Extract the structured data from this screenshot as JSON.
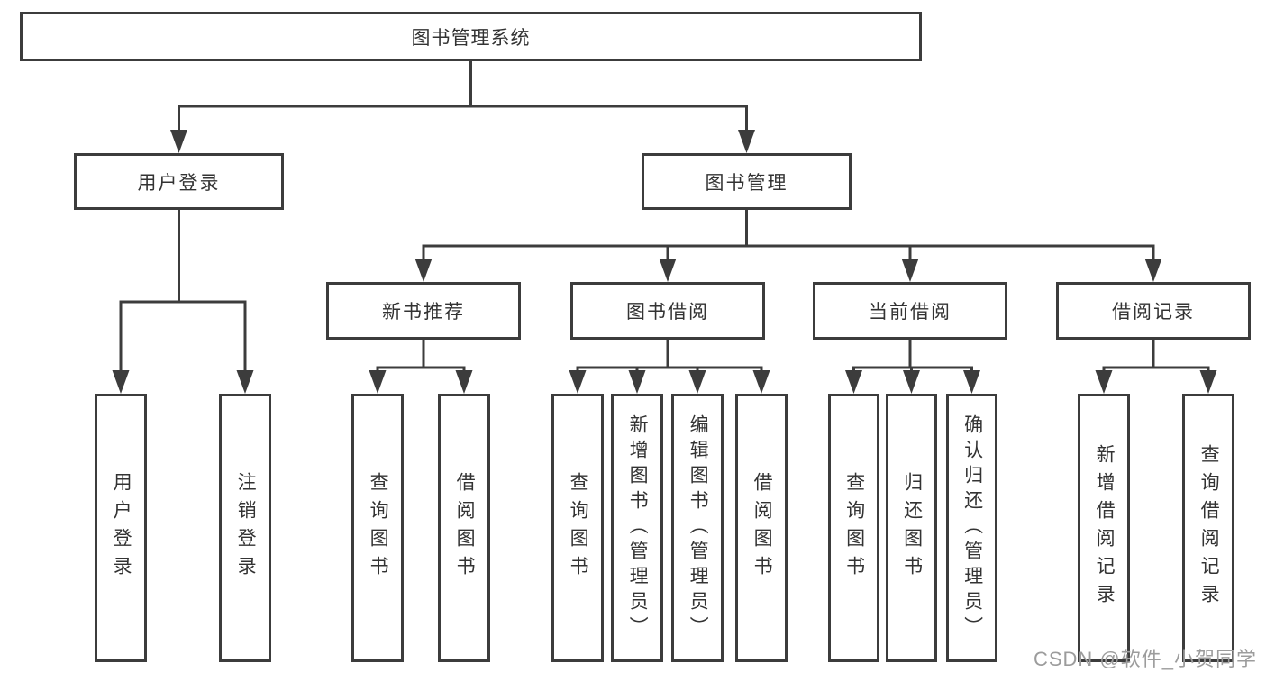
{
  "tree": {
    "label": "图书管理系统",
    "children": [
      {
        "label": "用户登录",
        "children": [
          {
            "label": "用户登录"
          },
          {
            "label": "注销登录"
          }
        ]
      },
      {
        "label": "图书管理",
        "children": [
          {
            "label": "新书推荐",
            "children": [
              {
                "label": "查询图书"
              },
              {
                "label": "借阅图书"
              }
            ]
          },
          {
            "label": "图书借阅",
            "children": [
              {
                "label": "查询图书"
              },
              {
                "label": "新增图书（管理员）"
              },
              {
                "label": "编辑图书（管理员）"
              },
              {
                "label": "借阅图书"
              }
            ]
          },
          {
            "label": "当前借阅",
            "children": [
              {
                "label": "查询图书"
              },
              {
                "label": "归还图书"
              },
              {
                "label": "确认归还（管理员）"
              }
            ]
          },
          {
            "label": "借阅记录",
            "children": [
              {
                "label": "新增借阅记录"
              },
              {
                "label": "查询借阅记录"
              }
            ]
          }
        ]
      }
    ]
  },
  "watermark": "CSDN @软件_小贺同学",
  "colors": {
    "line": "#3c3c3c",
    "text": "#333333",
    "watermark": "#9c9c9c",
    "background": "#ffffff"
  }
}
